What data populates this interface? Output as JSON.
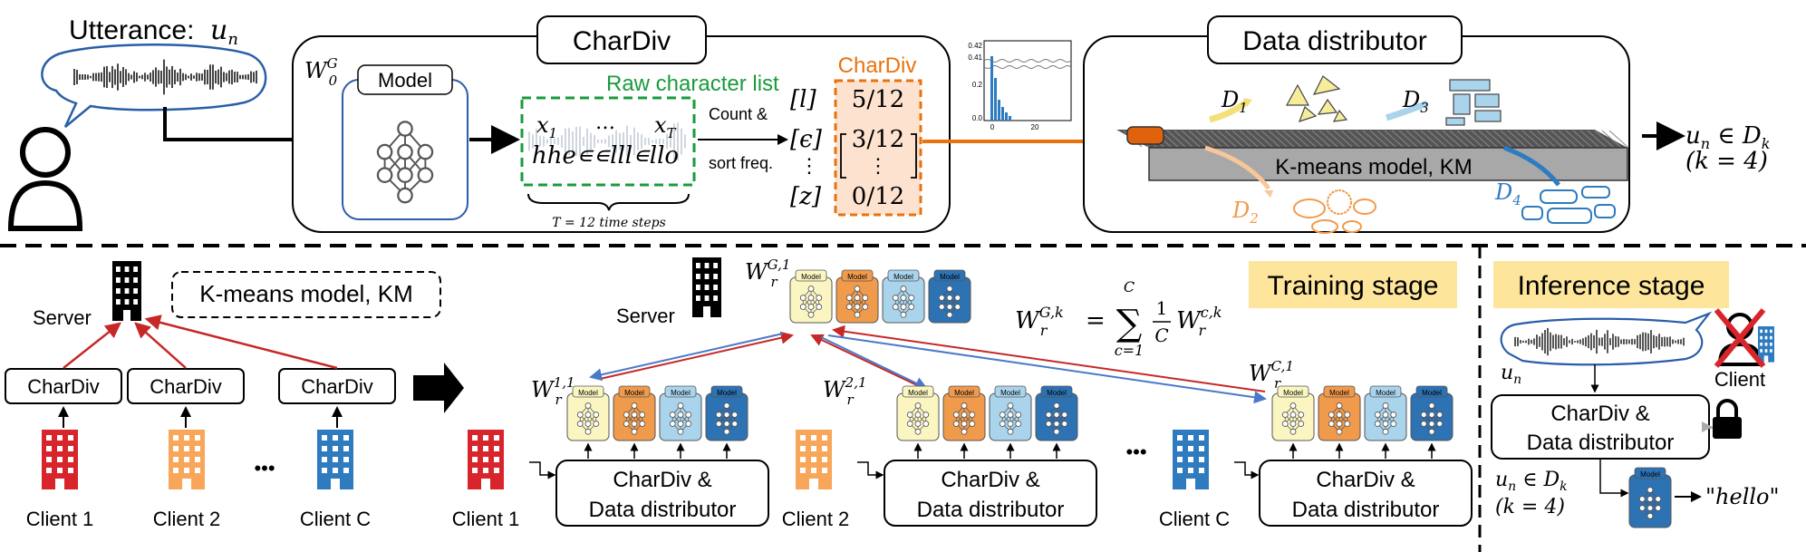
{
  "top": {
    "utterance_label": "Utterance:",
    "utterance_var": "u",
    "utterance_sub": "n",
    "chardiv_panel_title": "CharDiv",
    "global_model_W": "W",
    "global_model_sub": "0",
    "global_model_sup": "G",
    "model_label": "Model",
    "raw_list_title": "Raw character list",
    "raw_x1": "x",
    "raw_x1_sub": "1",
    "raw_dots": "…",
    "raw_xT": "x",
    "raw_xT_sub": "T",
    "raw_sequence": "hhe∊∊lll∊llo",
    "time_steps": "T = 12 time steps",
    "count_label": "Count &",
    "sort_label": "sort freq.",
    "char_labels": [
      "[l]",
      "[ϵ]",
      "⋮",
      "[z]"
    ],
    "chardiv_box_title": "CharDiv",
    "chardiv_values": [
      "5/12",
      "3/12",
      "⋮",
      "0/12"
    ],
    "mini_chart_yticks": [
      "0.42",
      "0.41",
      "0.2",
      "0.0"
    ],
    "mini_chart_xticks": [
      "0",
      "20"
    ],
    "distributor_title": "Data distributor",
    "kmeans_label": "K-means model, KM",
    "d_labels": [
      "D",
      "D",
      "D",
      "D"
    ],
    "d_subs": [
      "1",
      "2",
      "3",
      "4"
    ],
    "result_line1": "u",
    "result_line1_sub": "n",
    "result_line1_rest": " ∈ D",
    "result_line1_sub2": "k",
    "result_line2": "(k = 4)"
  },
  "bottom": {
    "server_label": "Server",
    "kmeans_label": "K-means model, KM",
    "chardiv_label": "CharDiv",
    "clients": [
      "Client 1",
      "Client 2",
      "Client C"
    ],
    "ellipsis": "•••",
    "server_label_2": "Server",
    "global_W": "W",
    "global_sub": "r",
    "global_sup": "G,1",
    "model_chip": "Model",
    "local_W": [
      "W",
      "W",
      "W"
    ],
    "local_sups": [
      "1,1",
      "2,1",
      "C,1"
    ],
    "local_sub": "r",
    "distributor_line1": "CharDiv &",
    "distributor_line2": "Data distributor",
    "formula_lhs": "W",
    "formula_lhs_sup": "G,k",
    "formula_lhs_sub": "r",
    "formula_eq": "=",
    "formula_sum_top": "C",
    "formula_sum_bottom": "c=1",
    "formula_frac_num": "1",
    "formula_frac_den": "C",
    "formula_rhs": "W",
    "formula_rhs_sup": "c,k",
    "formula_rhs_sub": "r",
    "training_stage": "Training stage",
    "inference_stage": "Inference stage",
    "inference_u": "u",
    "inference_u_sub": "n",
    "inference_client": "Client",
    "inference_box_line1": "CharDiv &",
    "inference_box_line2": "Data distributor",
    "inference_result_1": "u",
    "inference_result_1_sub": "n",
    "inference_result_1_rest": " ∈ D",
    "inference_result_1_sub2": "k",
    "inference_result_2": "(k = 4)",
    "output_text": "\"hello\""
  },
  "colors": {
    "green": "#1a9b3c",
    "orange": "#e8730e",
    "red_client": "#d8252b",
    "orange_client": "#f7a65a",
    "blue_client": "#2f7bc0",
    "model_yellow": "#fbf6c1",
    "model_orange": "#f09a4c",
    "model_lightblue": "#a9d4ec",
    "model_blue": "#2d72b3",
    "stage_bg": "#fde59c",
    "arrow_red": "#c62828",
    "arrow_blue": "#4a79c9"
  }
}
